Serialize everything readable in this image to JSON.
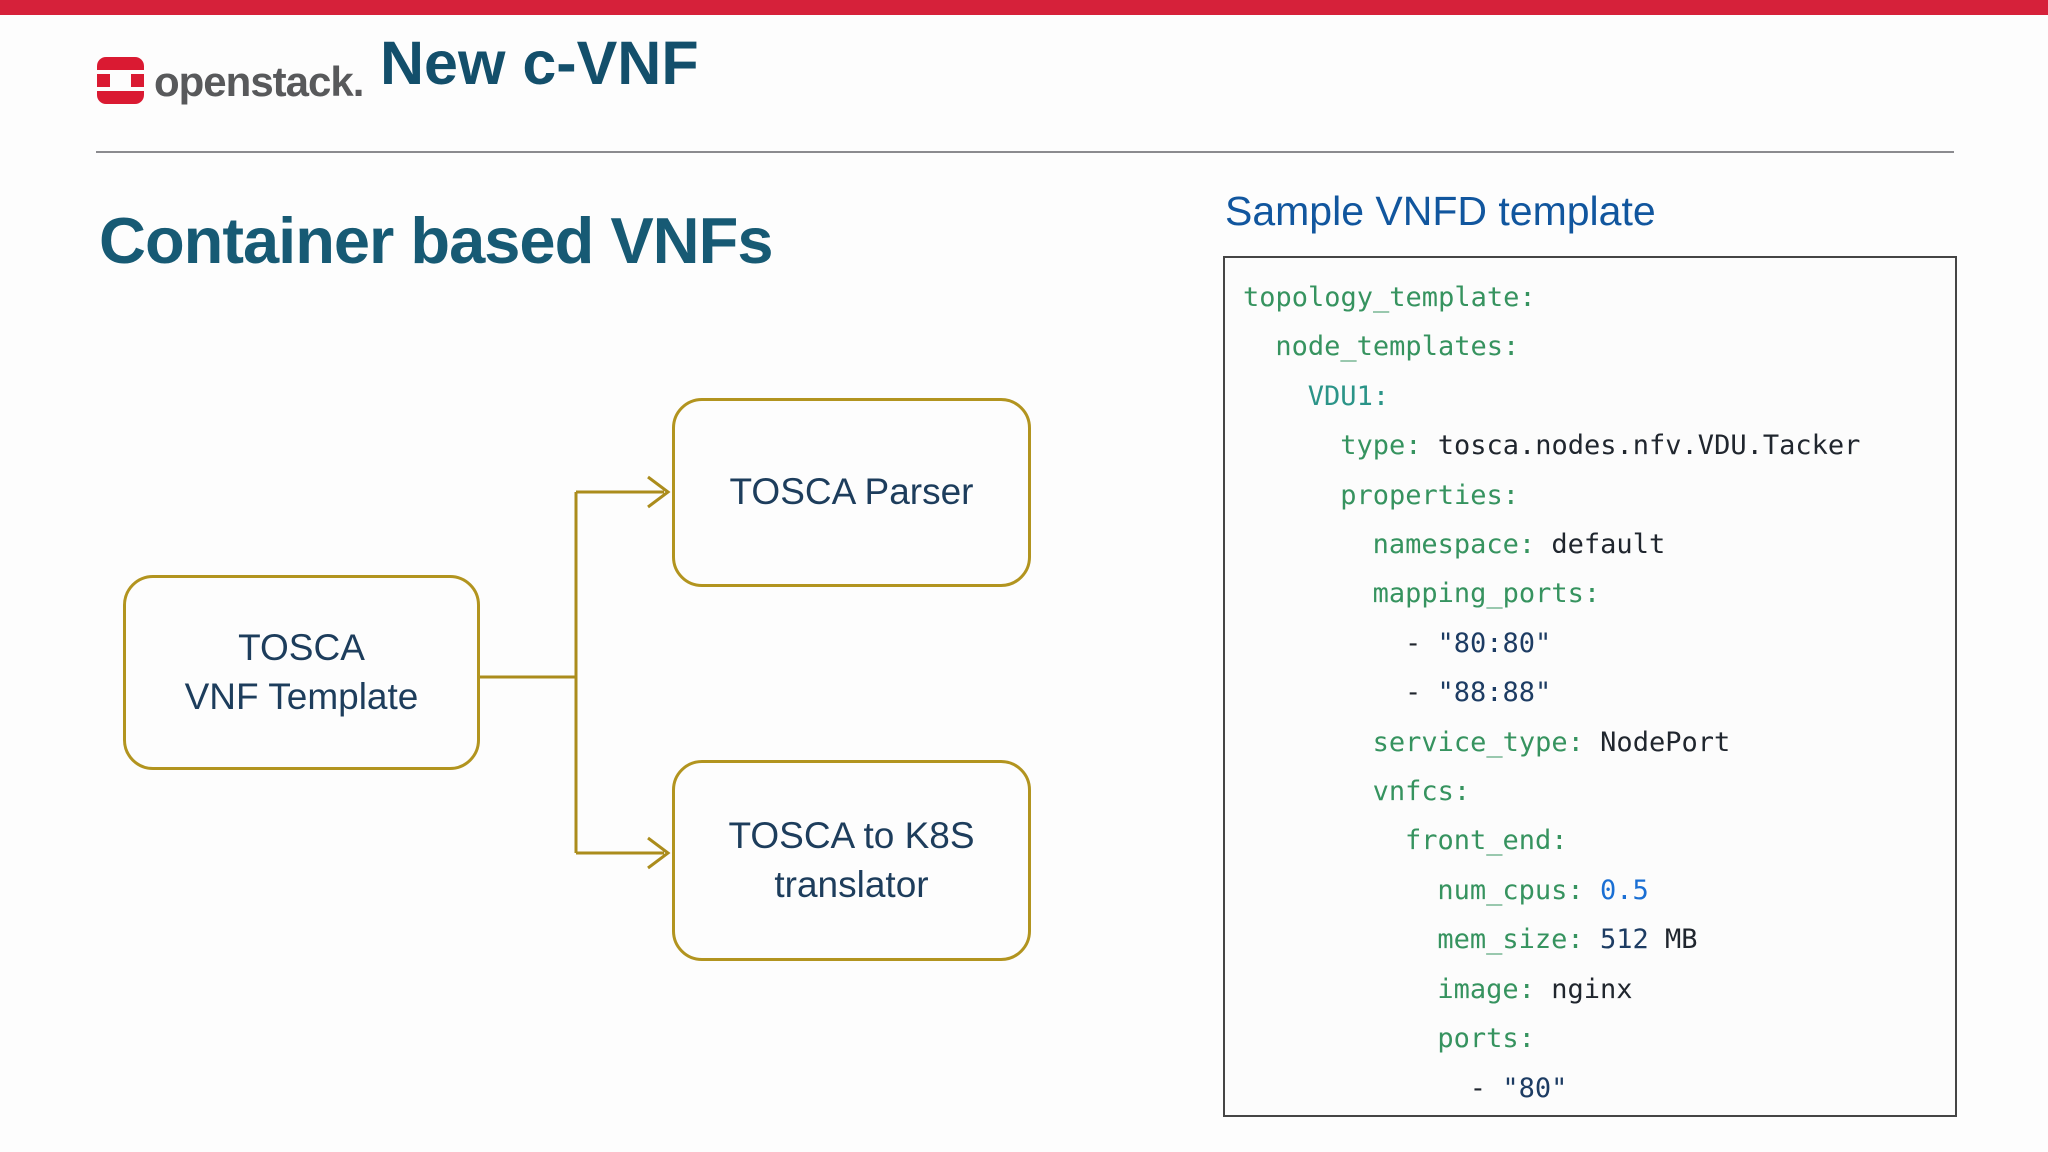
{
  "top_bar": {
    "color": "#d6213a"
  },
  "header": {
    "logo": "openstack-logo",
    "brand": "openstack.",
    "title": "New c-VNF",
    "title_color": "#134f6b"
  },
  "main": {
    "heading": "Container based VNFs",
    "heading_color": "#175a74"
  },
  "diagram": {
    "accent_color": "#ab8c1c",
    "nodes": [
      {
        "id": "tosca-vnf-template",
        "lines": [
          "TOSCA",
          "VNF Template"
        ]
      },
      {
        "id": "tosca-parser",
        "lines": [
          "TOSCA Parser"
        ]
      },
      {
        "id": "tosca-to-k8s-translator",
        "lines": [
          "TOSCA to K8S",
          "translator"
        ]
      }
    ],
    "edges": [
      {
        "from": "tosca-vnf-template",
        "to": "tosca-parser"
      },
      {
        "from": "tosca-vnf-template",
        "to": "tosca-to-k8s-translator"
      }
    ]
  },
  "panel": {
    "heading": "Sample VNFD template",
    "heading_color": "#11569e",
    "code": {
      "colors": {
        "key": "#36935f",
        "name": "#2b9488",
        "val": "#20262e",
        "num": "#1a6fd4",
        "str": "#1d3c63"
      },
      "lines": [
        {
          "indent": 0,
          "tokens": [
            {
              "t": "topology_template:",
              "c": "key"
            }
          ]
        },
        {
          "indent": 2,
          "tokens": [
            {
              "t": "node_templates:",
              "c": "key"
            }
          ]
        },
        {
          "indent": 4,
          "tokens": [
            {
              "t": "VDU1:",
              "c": "name"
            }
          ]
        },
        {
          "indent": 6,
          "tokens": [
            {
              "t": "type:",
              "c": "key"
            },
            {
              "t": " tosca.nodes.nfv.VDU.Tacker",
              "c": "val"
            }
          ]
        },
        {
          "indent": 6,
          "tokens": [
            {
              "t": "properties:",
              "c": "key"
            }
          ]
        },
        {
          "indent": 8,
          "tokens": [
            {
              "t": "namespace:",
              "c": "key"
            },
            {
              "t": " default",
              "c": "val"
            }
          ]
        },
        {
          "indent": 8,
          "tokens": [
            {
              "t": "mapping_ports:",
              "c": "key"
            }
          ]
        },
        {
          "indent": 10,
          "tokens": [
            {
              "t": "- ",
              "c": "val"
            },
            {
              "t": "\"80:80\"",
              "c": "str"
            }
          ]
        },
        {
          "indent": 10,
          "tokens": [
            {
              "t": "- ",
              "c": "val"
            },
            {
              "t": "\"88:88\"",
              "c": "str"
            }
          ]
        },
        {
          "indent": 8,
          "tokens": [
            {
              "t": "service_type:",
              "c": "key"
            },
            {
              "t": " NodePort",
              "c": "val"
            }
          ]
        },
        {
          "indent": 8,
          "tokens": [
            {
              "t": "vnfcs:",
              "c": "key"
            }
          ]
        },
        {
          "indent": 10,
          "tokens": [
            {
              "t": "front_end:",
              "c": "key"
            }
          ]
        },
        {
          "indent": 12,
          "tokens": [
            {
              "t": "num_cpus:",
              "c": "key"
            },
            {
              "t": " 0.5",
              "c": "num"
            }
          ]
        },
        {
          "indent": 12,
          "tokens": [
            {
              "t": "mem_size:",
              "c": "key"
            },
            {
              "t": " 512",
              "c": "str"
            },
            {
              "t": " MB",
              "c": "val"
            }
          ]
        },
        {
          "indent": 12,
          "tokens": [
            {
              "t": "image:",
              "c": "key"
            },
            {
              "t": " nginx",
              "c": "val"
            }
          ]
        },
        {
          "indent": 12,
          "tokens": [
            {
              "t": "ports:",
              "c": "key"
            }
          ]
        },
        {
          "indent": 14,
          "tokens": [
            {
              "t": "- ",
              "c": "val"
            },
            {
              "t": "\"80\"",
              "c": "str"
            }
          ]
        }
      ]
    }
  }
}
